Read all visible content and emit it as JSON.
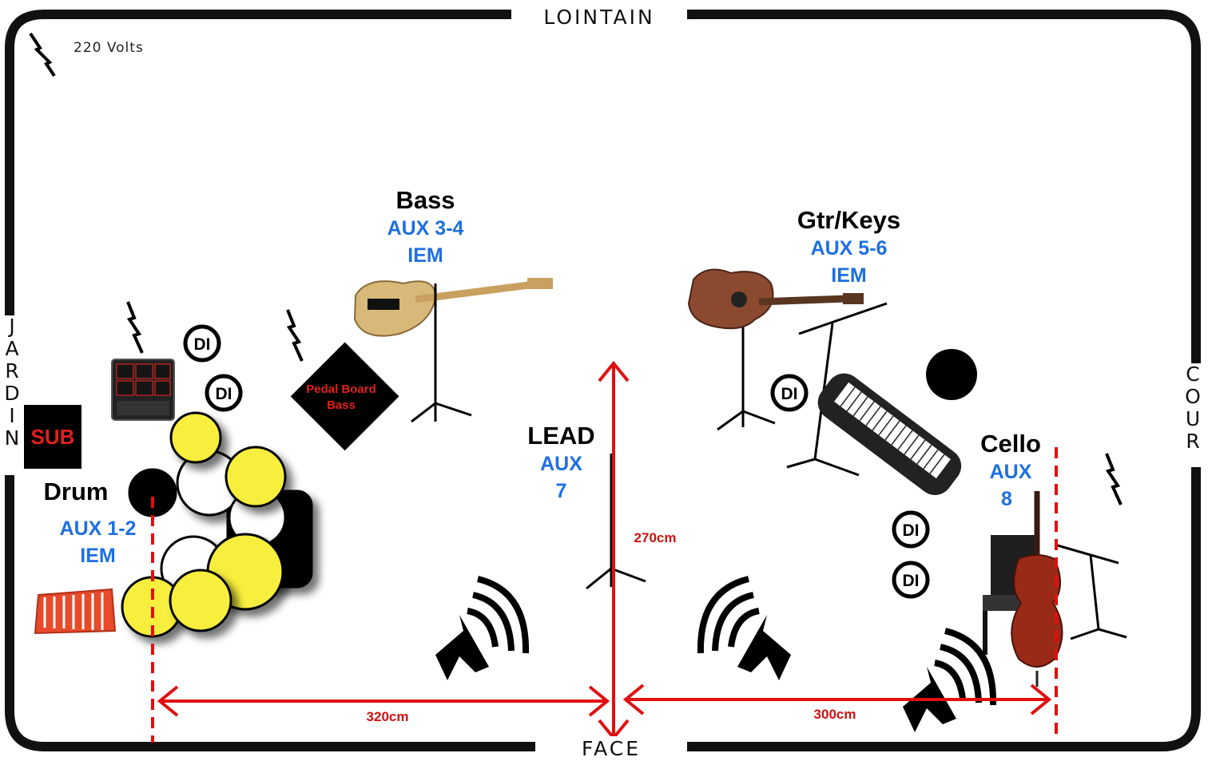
{
  "stage": {
    "top_label": "LOINTAIN",
    "bottom_label": "FACE",
    "left_label": [
      "J",
      "A",
      "R",
      "D",
      "I",
      "N"
    ],
    "right_label": [
      "C",
      "O",
      "U",
      "R"
    ]
  },
  "power": {
    "label": "220 Volts"
  },
  "sub": {
    "label": "SUB"
  },
  "pedal_board": {
    "line1": "Pedal Board",
    "line2": "Bass"
  },
  "musicians": {
    "drum": {
      "name": "Drum",
      "aux": "AUX 1-2",
      "iem": "IEM"
    },
    "bass": {
      "name": "Bass",
      "aux": "AUX 3-4",
      "iem": "IEM"
    },
    "lead": {
      "name": "LEAD",
      "aux": "AUX",
      "num": "7"
    },
    "gtr": {
      "name": "Gtr/Keys",
      "aux": "AUX 5-6",
      "iem": "IEM"
    },
    "cello": {
      "name": "Cello",
      "aux": "AUX",
      "num": "8"
    }
  },
  "di_label": "DI",
  "dimensions": {
    "left": "320cm",
    "right": "300cm",
    "depth": "270cm"
  },
  "colors": {
    "aux": "#1e6fe0",
    "dimension": "#d01010",
    "drum": "#f7ee3c"
  }
}
